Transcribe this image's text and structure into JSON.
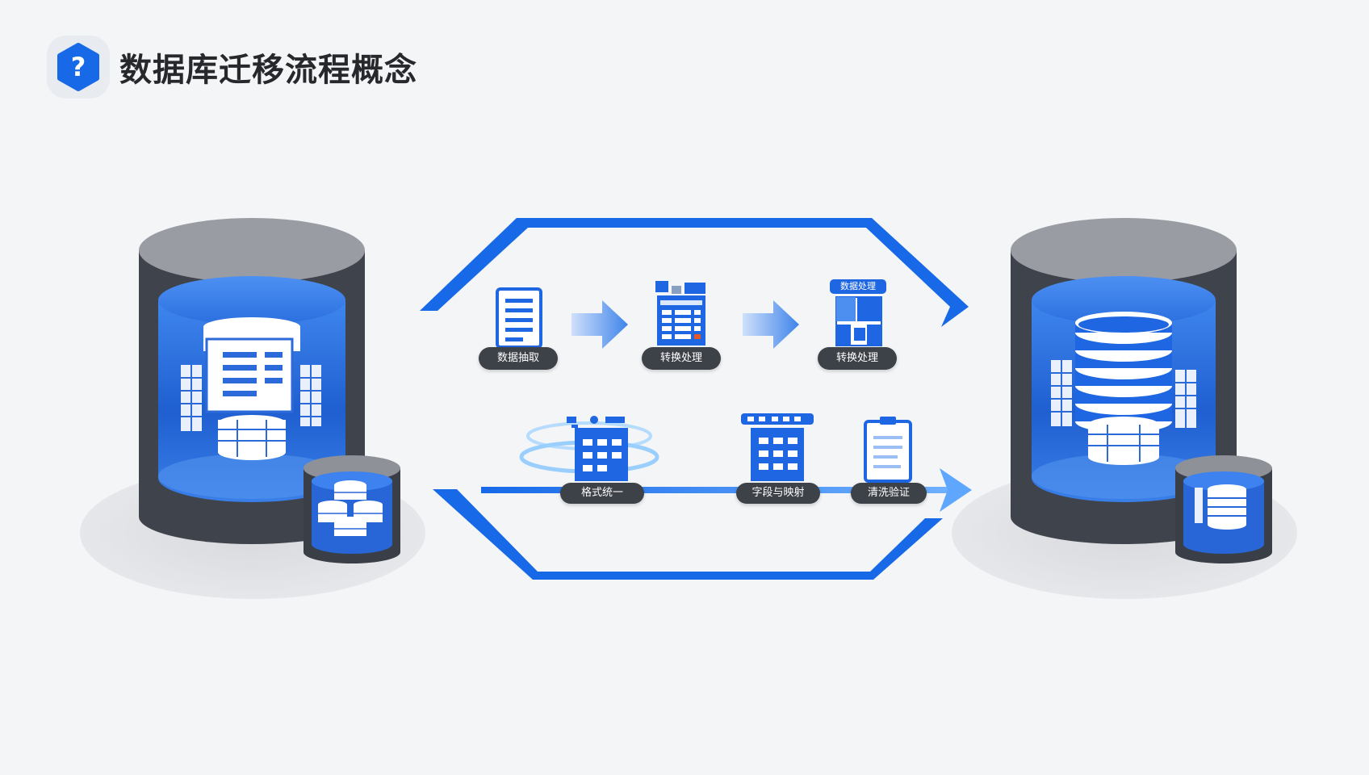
{
  "header": {
    "title": "数据库迁移流程概念",
    "help_icon": "question-icon"
  },
  "colors": {
    "background": "#f3f5f7",
    "primary_blue": "#1769e8",
    "dark_cylinder": "#3d4148",
    "cylinder_top": "#9a9ca3",
    "pill_bg": "#3d4148"
  },
  "top_steps": [
    {
      "label": "数据抽取",
      "icon": "document-icon"
    },
    {
      "label": "转换处理",
      "icon": "data-table-icon"
    },
    {
      "label": "转换处理",
      "icon": "dashboard-icon",
      "badge": "数据处理"
    }
  ],
  "bottom_steps": [
    {
      "label": "格式统一",
      "icon": "rotating-table-icon"
    },
    {
      "label": "字段与映射",
      "icon": "field-mapping-icon"
    },
    {
      "label": "清洗验证",
      "icon": "checklist-icon"
    }
  ],
  "source_database": {
    "icon": "source-database-icon"
  },
  "target_database": {
    "icon": "target-database-icon"
  }
}
